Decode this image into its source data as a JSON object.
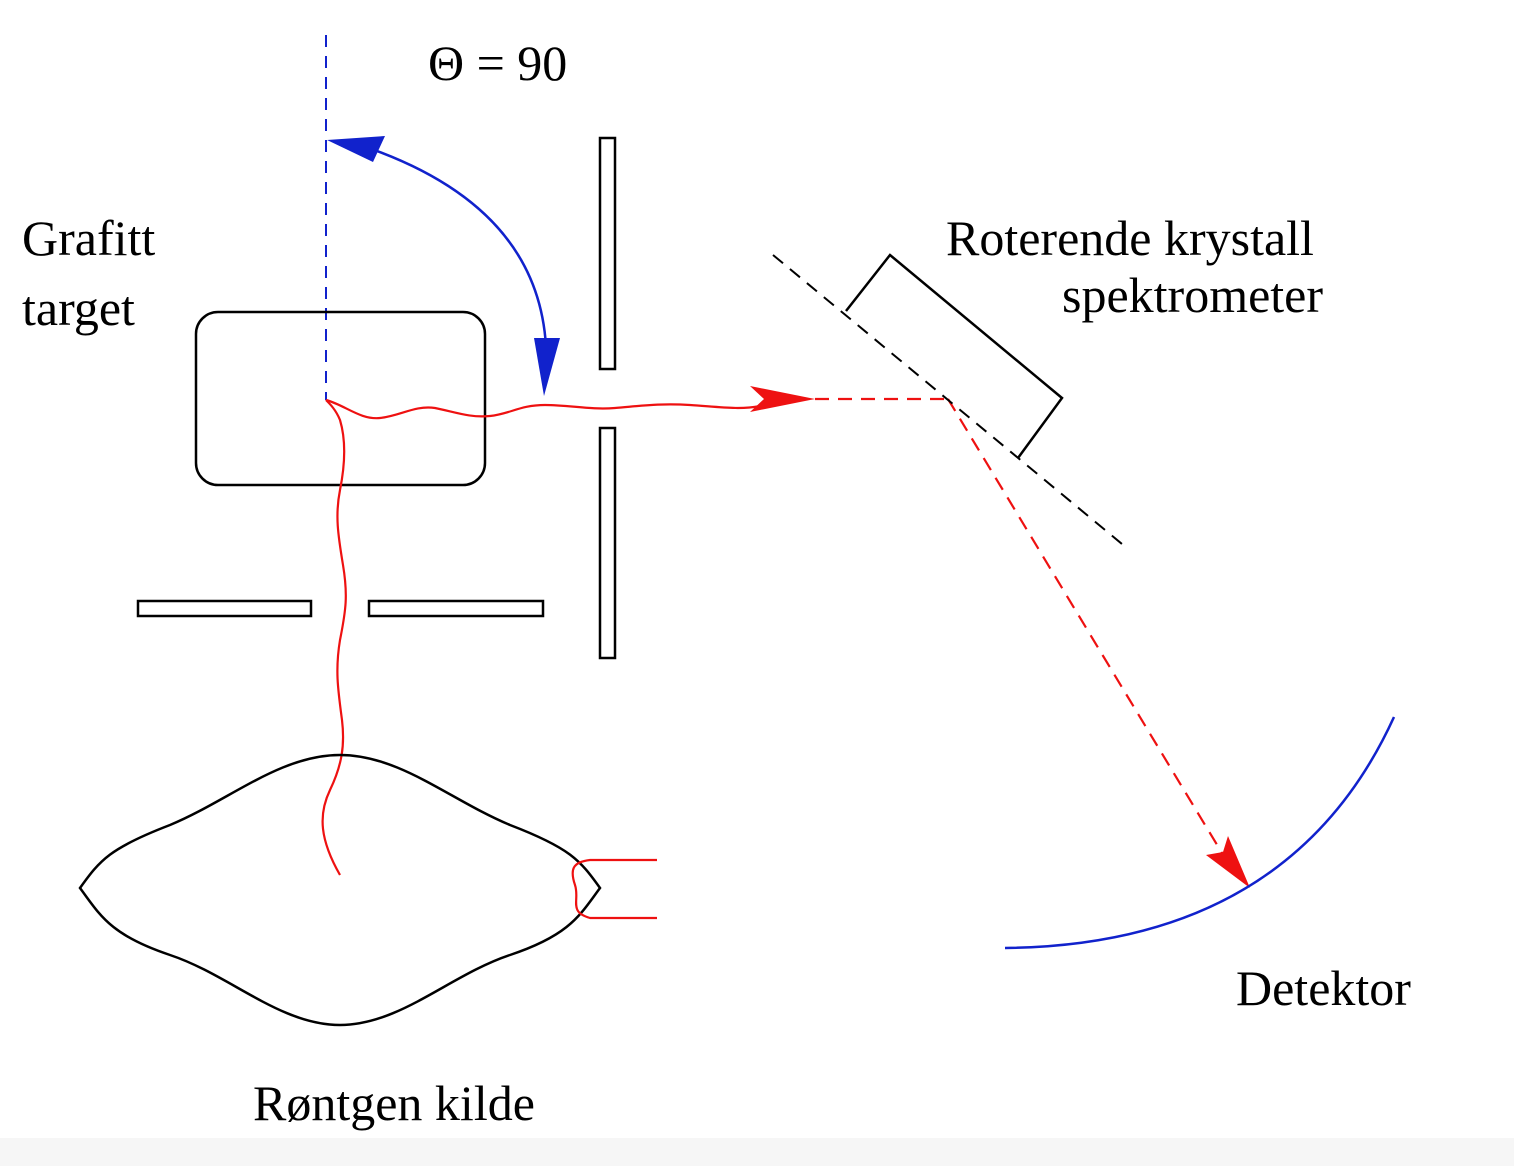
{
  "labels": {
    "theta": "Θ = 90",
    "target_line1": "Grafitt",
    "target_line2": "target",
    "spectrometer_line1": "Roterende krystall",
    "spectrometer_line2": "spektrometer",
    "detector": "Detektor",
    "source": "Røntgen kilde"
  },
  "colors": {
    "outline": "#000000",
    "beam": "#ee1111",
    "angle_arrow": "#1122cc",
    "detector_arc": "#1122cc",
    "reference_line": "#1122cc"
  }
}
